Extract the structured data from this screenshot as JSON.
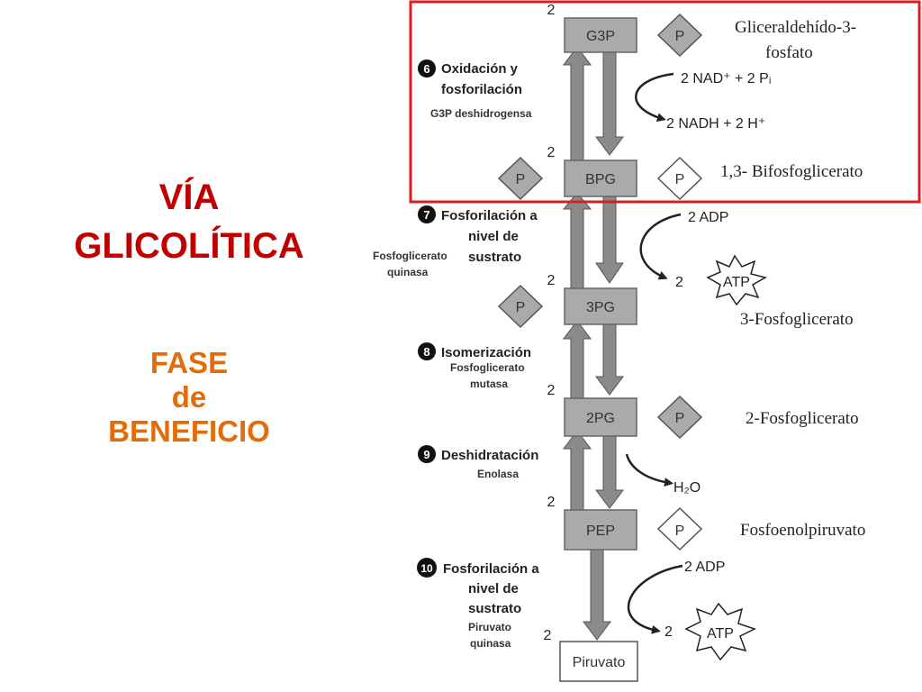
{
  "title": [
    "VÍA",
    "GLICOLÍTICA"
  ],
  "subtitle": [
    "FASE",
    "de",
    "BENEFICIO"
  ],
  "phosphate_label": "P",
  "stoich": "2",
  "colors": {
    "title": "#c00000",
    "subtitle": "#e36c09",
    "highlight": "#e11b22",
    "box": "#aaaaaa",
    "arrow": "#8a8a8a"
  },
  "metabolites": [
    {
      "abbr": "G3P",
      "name": "Gliceraldehído-3-fosfato"
    },
    {
      "abbr": "BPG",
      "name": "1,3- Bifosfoglicerato"
    },
    {
      "abbr": "3PG",
      "name": "3-Fosfoglicerato"
    },
    {
      "abbr": "2PG",
      "name": "2-Fosfoglicerato"
    },
    {
      "abbr": "PEP",
      "name": "Fosfoenolpiruvato"
    },
    {
      "abbr": "Piruvato",
      "name": ""
    }
  ],
  "steps": [
    {
      "num": "6",
      "title": [
        "Oxidación y",
        "fosforilación"
      ],
      "enzyme": [
        "G3P deshidrogensa"
      ]
    },
    {
      "num": "7",
      "title": [
        "Fosforilación a",
        "nivel de",
        "sustrato"
      ],
      "enzyme": [
        "Fosfoglicerato",
        "quinasa"
      ]
    },
    {
      "num": "8",
      "title": [
        "Isomerización"
      ],
      "enzyme": [
        "Fosfoglicerato",
        "mutasa"
      ]
    },
    {
      "num": "9",
      "title": [
        "Deshidratación"
      ],
      "enzyme": [
        "Enolasa"
      ]
    },
    {
      "num": "10",
      "title": [
        "Fosforilación a",
        "nivel de",
        "sustrato"
      ],
      "enzyme": [
        "Piruvato",
        "quinasa"
      ]
    }
  ],
  "reactions": {
    "s6_in": "2 NAD⁺ + 2 Pᵢ",
    "s6_out": "2 NADH + 2 H⁺",
    "s7_in": "2 ADP",
    "s7_out_coef": "2",
    "s9_out": "H₂O",
    "s10_in": "2 ADP",
    "s10_out_coef": "2",
    "atp": "ATP"
  }
}
